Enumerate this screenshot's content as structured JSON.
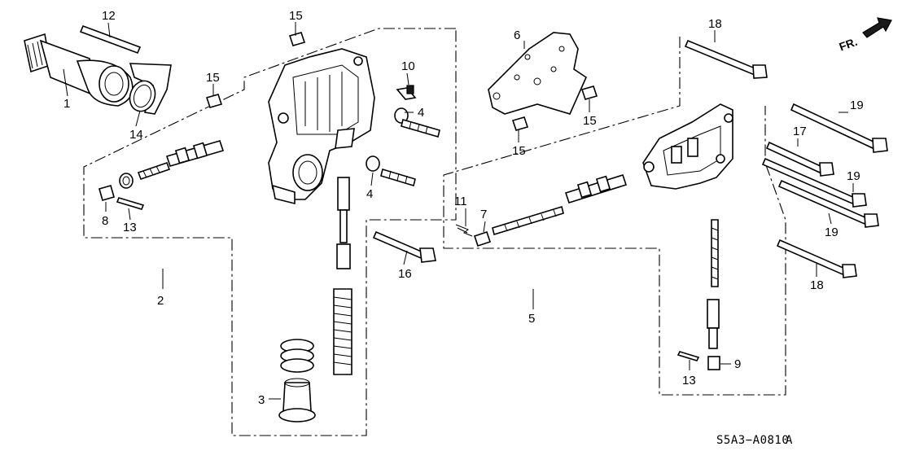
{
  "diagram": {
    "drawing_code": "S5A3−A0810",
    "drawing_suffix": "A",
    "front_label": "FR.",
    "callouts": [
      {
        "id": "c1",
        "label": "1"
      },
      {
        "id": "c2",
        "label": "2"
      },
      {
        "id": "c3",
        "label": "3"
      },
      {
        "id": "c4a",
        "label": "4"
      },
      {
        "id": "c4b",
        "label": "4"
      },
      {
        "id": "c5",
        "label": "5"
      },
      {
        "id": "c6",
        "label": "6"
      },
      {
        "id": "c7",
        "label": "7"
      },
      {
        "id": "c8",
        "label": "8"
      },
      {
        "id": "c9",
        "label": "9"
      },
      {
        "id": "c10",
        "label": "10"
      },
      {
        "id": "c11",
        "label": "11"
      },
      {
        "id": "c12",
        "label": "12"
      },
      {
        "id": "c13a",
        "label": "13"
      },
      {
        "id": "c13b",
        "label": "13"
      },
      {
        "id": "c14",
        "label": "14"
      },
      {
        "id": "c15a",
        "label": "15"
      },
      {
        "id": "c15b",
        "label": "15"
      },
      {
        "id": "c15c",
        "label": "15"
      },
      {
        "id": "c16",
        "label": "16"
      },
      {
        "id": "c17",
        "label": "17"
      },
      {
        "id": "c18a",
        "label": "18"
      },
      {
        "id": "c18b",
        "label": "18"
      },
      {
        "id": "c19a",
        "label": "19"
      },
      {
        "id": "c19b",
        "label": "19"
      },
      {
        "id": "c19c",
        "label": "19"
      }
    ]
  }
}
